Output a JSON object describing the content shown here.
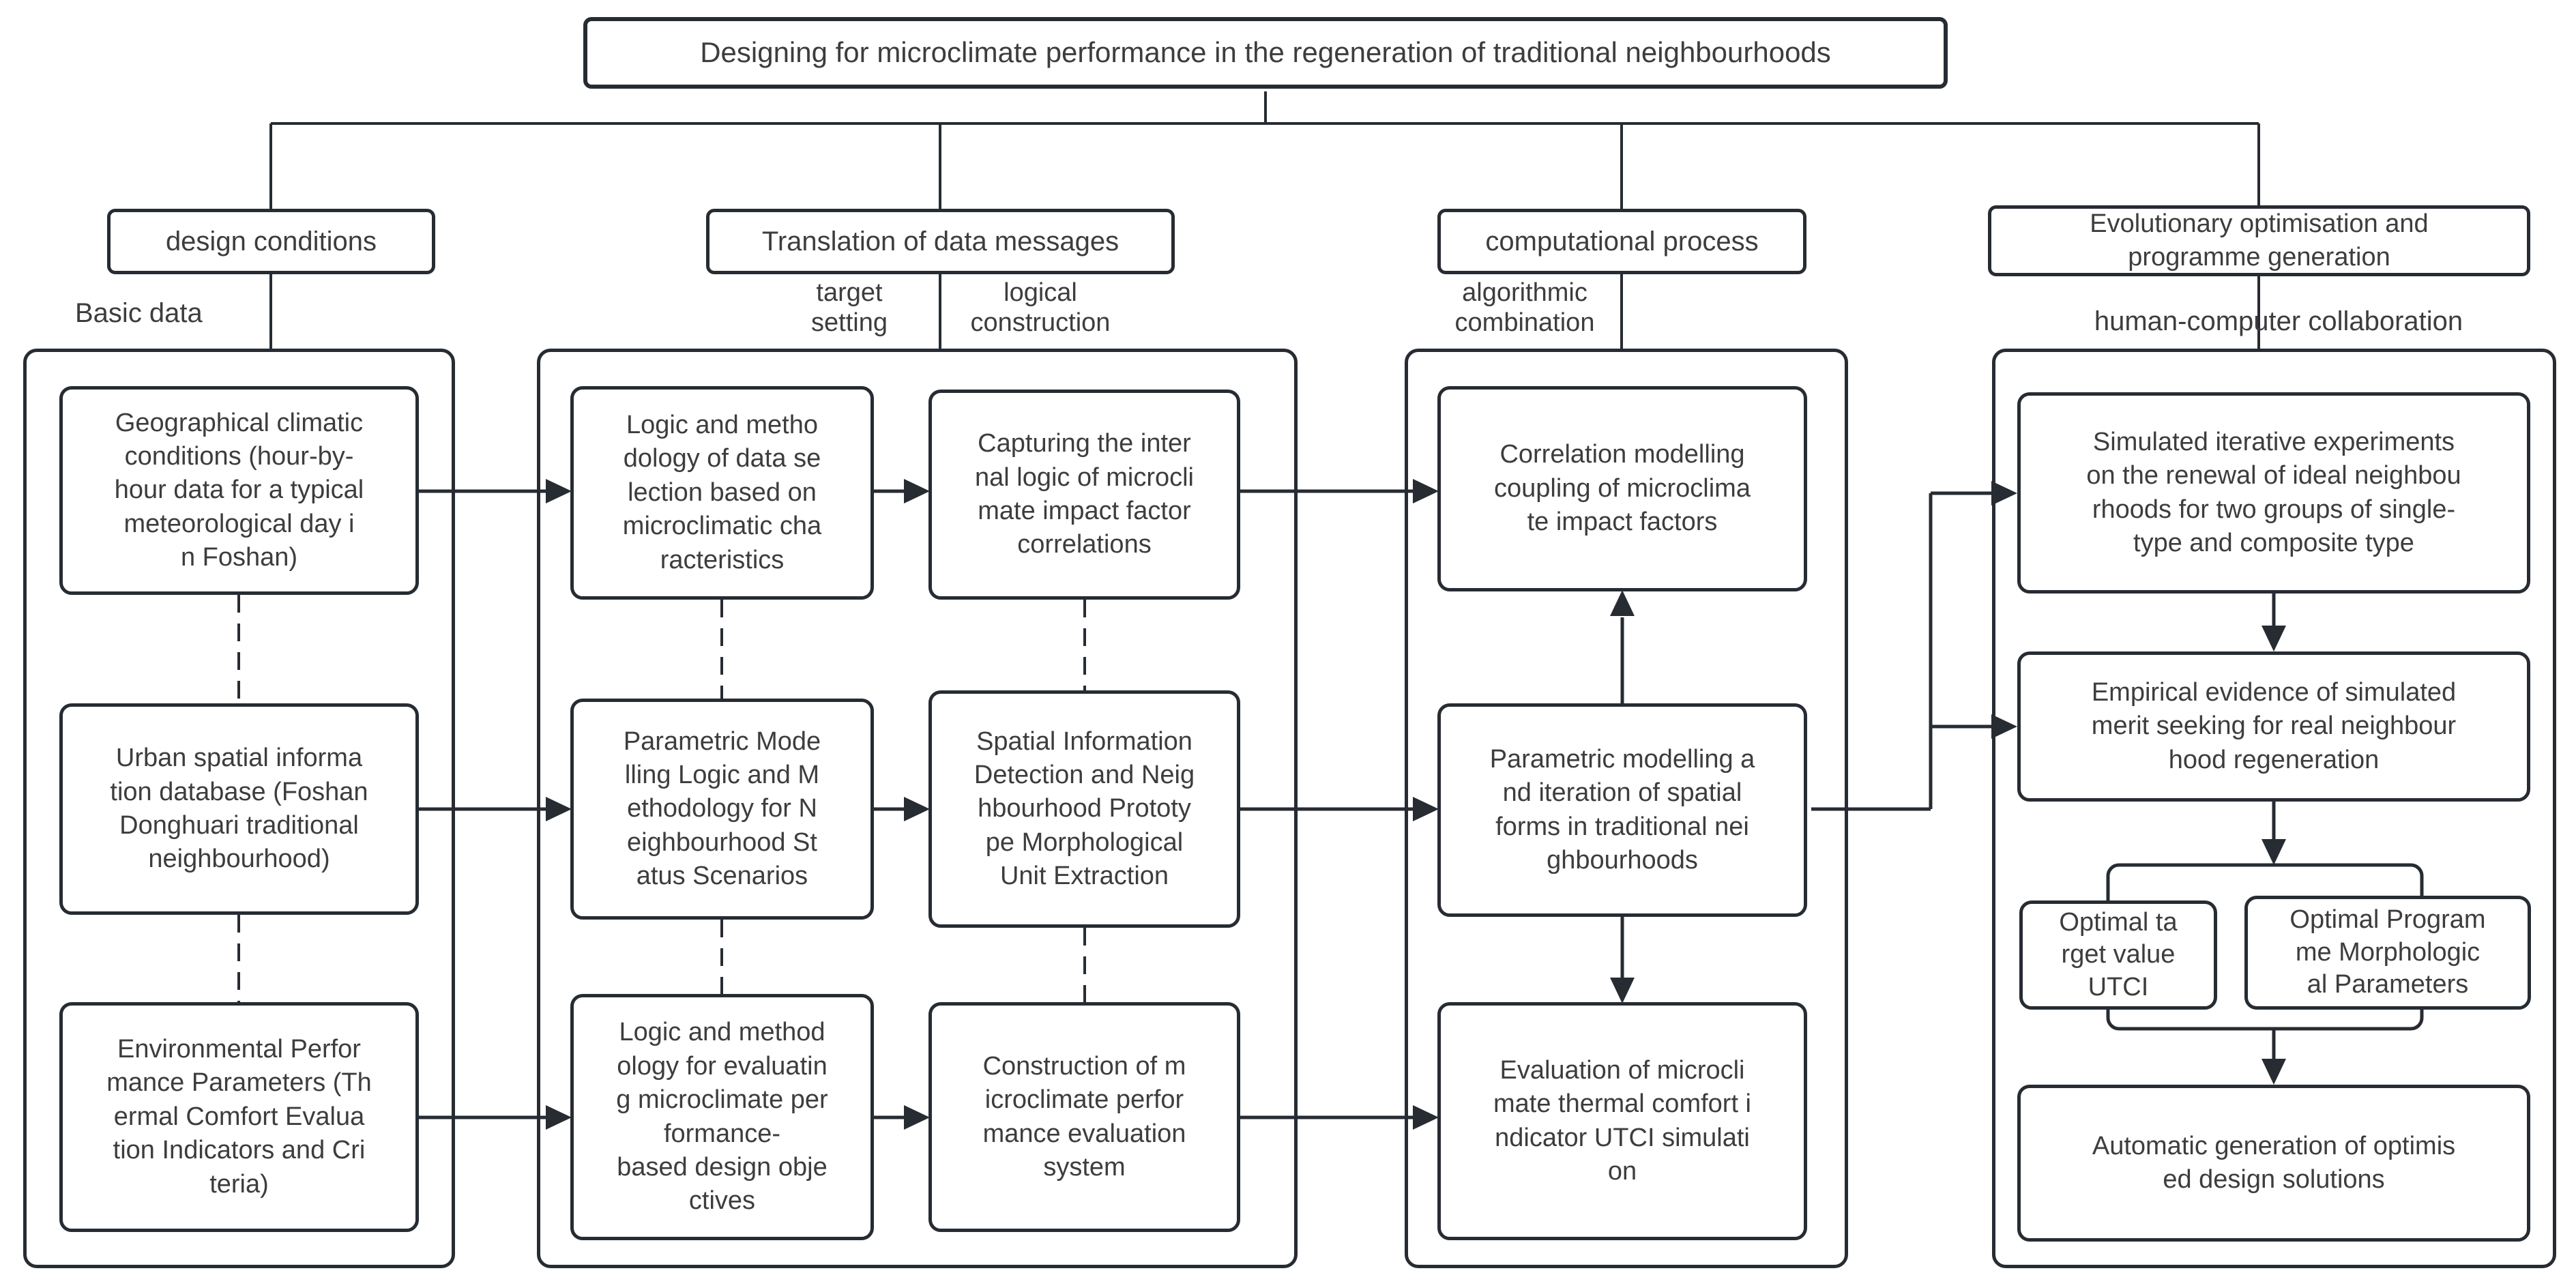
{
  "title": "Designing for microclimate performance in the regeneration of traditional neighbourhoods",
  "columns": {
    "c1": {
      "header": "design conditions",
      "sublabel": "Basic data",
      "boxes": [
        "Geographical climatic\nconditions (hour-by-\nhour data for a typical\nmeteorological day i\nn Foshan)",
        "Urban spatial informa\ntion database (Foshan\nDonghuari traditional\nneighbourhood)",
        "Environmental Perfor\nmance Parameters (Th\nermal Comfort Evalua\ntion Indicators and Cri\nteria)"
      ]
    },
    "c2": {
      "header": "Translation of data messages",
      "sublabel_left": "target\nsetting",
      "sublabel_right": "logical\nconstruction",
      "target_boxes": [
        "Logic and metho\ndology of data se\nlection based on\nmicroclimatic cha\nracteristics",
        "Parametric Mode\nlling Logic and M\nethodology for N\neighbourhood St\natus Scenarios",
        "Logic and method\nology for evaluatin\ng microclimate per\nformance-\nbased design obje\nctives"
      ],
      "logic_boxes": [
        "Capturing the inter\nnal logic of microcli\nmate impact factor\ncorrelations",
        "Spatial Information\nDetection and Neig\nhbourhood Prototy\npe Morphological\nUnit Extraction",
        "Construction of m\nicroclimate perfor\nmance evaluation\nsystem"
      ]
    },
    "c3": {
      "header": "computational process",
      "sublabel": "algorithmic\ncombination",
      "boxes": [
        "Correlation modelling\ncoupling of microclima\nte impact factors",
        "Parametric modelling a\nnd iteration of spatial\nforms in traditional nei\nghbourhoods",
        "Evaluation of microcli\nmate thermal comfort i\nndicator UTCI simulati\non"
      ]
    },
    "c4": {
      "header": "Evolutionary optimisation and\nprogramme generation",
      "sublabel": "human-computer collaboration",
      "boxes": [
        "Simulated iterative experiments\non the renewal of ideal neighbou\nrhoods for two groups of single-\ntype and composite type",
        "Empirical evidence of simulated\nmerit seeking for real neighbour\nhood regeneration"
      ],
      "small_boxes": [
        "Optimal ta\nrget value\nUTCI",
        "Optimal Program\nme Morphologic\nal Parameters"
      ],
      "final_box": "Automatic generation of optimis\ned design solutions"
    }
  },
  "colors": {
    "line": "#272c33",
    "text": "#3d3d3d",
    "box_fill": "#ffffff"
  }
}
